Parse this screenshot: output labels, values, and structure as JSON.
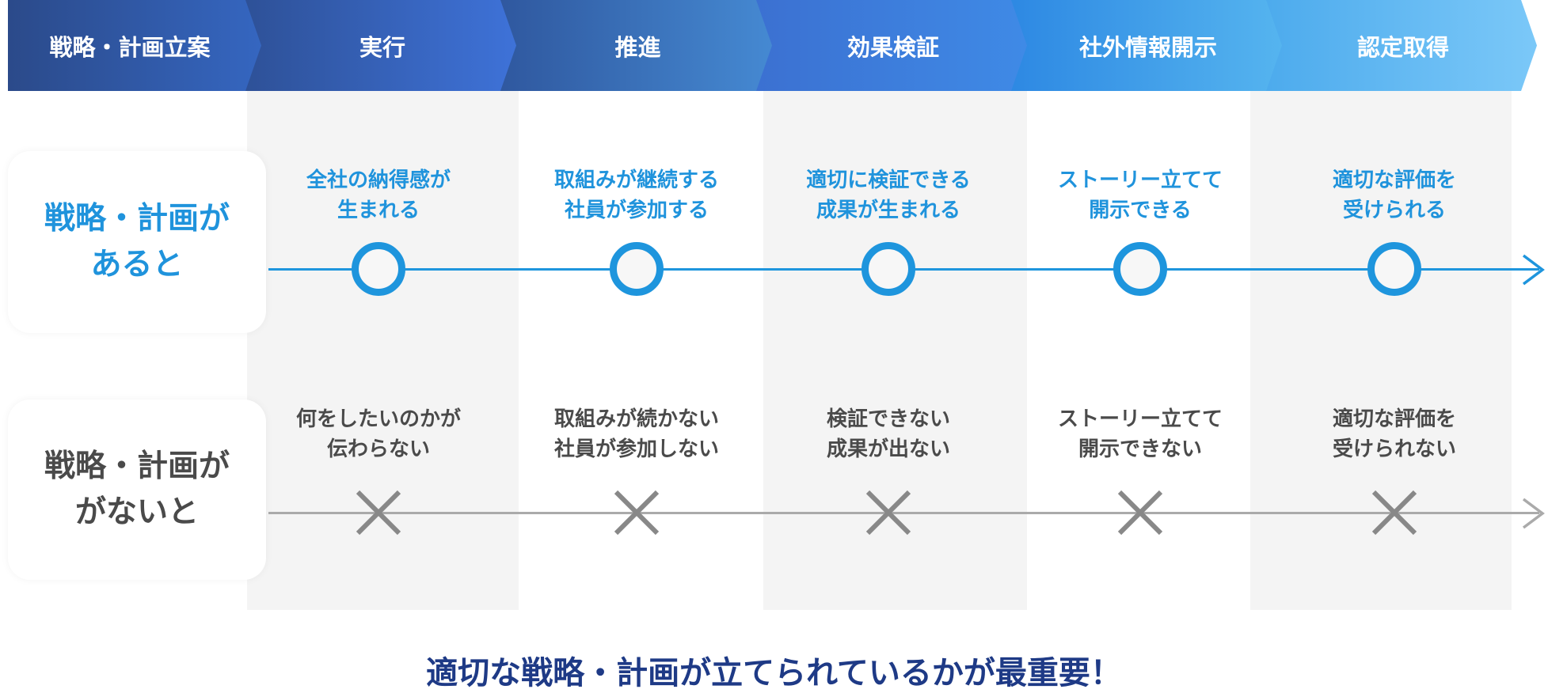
{
  "stages": [
    "戦略・計画立案",
    "実行",
    "推進",
    "効果検証",
    "社外情報開示",
    "認定取得"
  ],
  "with_plan": {
    "label_line1": "戦略・計画が",
    "label_line2": "あると",
    "outcomes": [
      [
        "全社の納得感が",
        "生まれる"
      ],
      [
        "取組みが継続する",
        "社員が参加する"
      ],
      [
        "適切に検証できる",
        "成果が生まれる"
      ],
      [
        "ストーリー立てて",
        "開示できる"
      ],
      [
        "適切な評価を",
        "受けられる"
      ]
    ]
  },
  "without_plan": {
    "label_line1": "戦略・計画が",
    "label_line2": "がないと",
    "outcomes": [
      [
        "何をしたいのかが",
        "伝わらない"
      ],
      [
        "取組みが続かない",
        "社員が参加しない"
      ],
      [
        "検証できない",
        "成果が出ない"
      ],
      [
        "ストーリー立てて",
        "開示できない"
      ],
      [
        "適切な評価を",
        "受けられない"
      ]
    ]
  },
  "conclusion": "適切な戦略・計画が立てられているかが最重要！",
  "colors": {
    "positive": "#1e95dd",
    "negative": "#888888",
    "conclusion": "#1e3a86"
  }
}
